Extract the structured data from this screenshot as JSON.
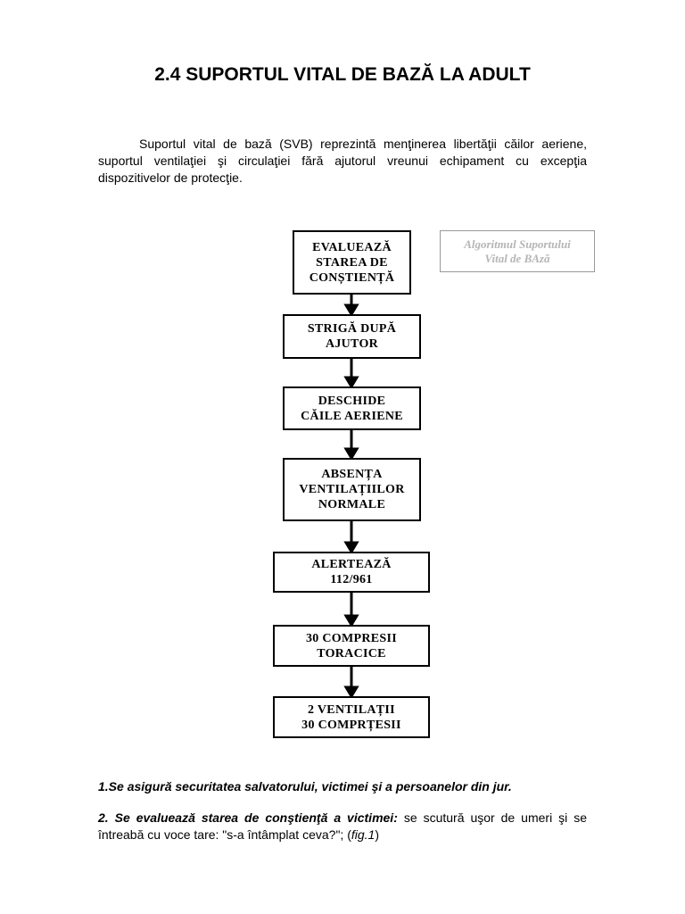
{
  "heading": "2.4 SUPORTUL VITAL DE BAZĂ LA ADULT",
  "intro": "Suportul vital de bază (SVB) reprezintă menţinerea libertăţii căilor aeriene, suportul ventilaţiei şi circulaţiei fără ajutorul vreunui echipament cu excepţia dispozitivelor de protecţie.",
  "side_note": "Algoritmul Suportului\nVital de BAză",
  "flowchart": {
    "steps": [
      "EVALUEAZĂ\nSTAREA DE\nCONȘTIENȚĂ",
      "STRIGĂ DUPĂ\nAJUTOR",
      "DESCHIDE\nCĂILE AERIENE",
      "ABSENȚA\nVENTILAȚIILOR\nNORMALE",
      "ALERTEAZĂ\n112/961",
      "30 COMPRESII\nTORACICE",
      "2 VENTILAȚII\n30 COMPRȚESII"
    ]
  },
  "points": [
    {
      "lead": "1.Se asigură securitatea salvatorului, victimei şi a persoanelor din jur.",
      "rest": "",
      "ref_open": "",
      "ref": "",
      "ref_close": ""
    },
    {
      "lead": "2. Se evaluează starea de conştienţă a victimei:",
      "rest": " se scutură uşor de umeri şi se întreabă cu voce tare: \"s-a întâmplat ceva?\"; (",
      "ref": "fig.1",
      "ref_close": ")"
    }
  ]
}
